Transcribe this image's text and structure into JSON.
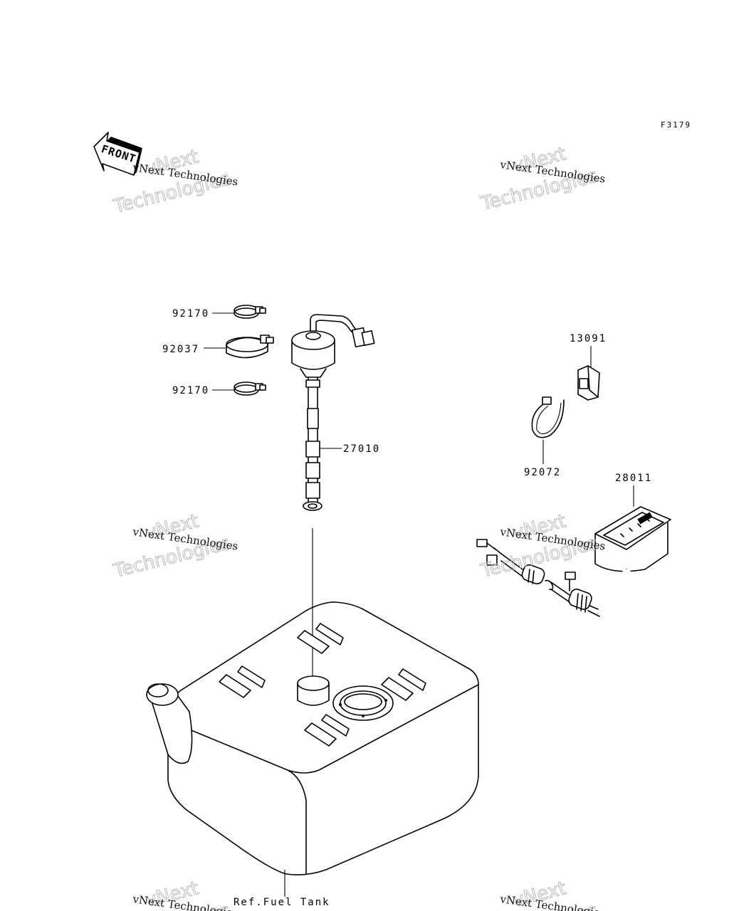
{
  "figure_code": "F3179",
  "front_marker": "FRONT",
  "callouts": {
    "clamp_top": "92170",
    "clamp_large": "92037",
    "clamp_bottom": "92170",
    "fuel_sender": "27010",
    "bracket": "13091",
    "band": "92072",
    "fuel_gauge": "28011"
  },
  "tank_reference": "Ref.Fuel Tank",
  "watermark": {
    "line1": "vNext Technologies",
    "line2": "vNext",
    "line3": "Technologies"
  }
}
